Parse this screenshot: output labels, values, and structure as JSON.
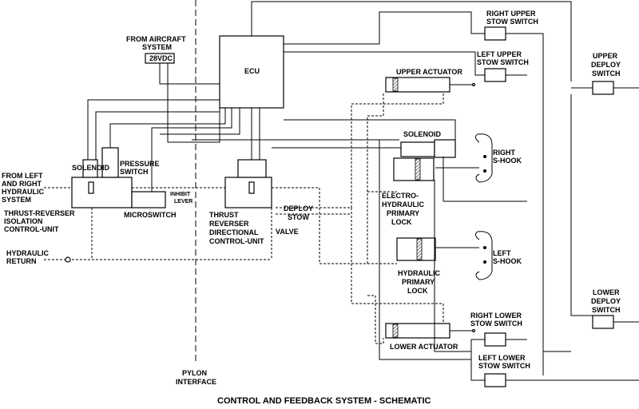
{
  "title": "CONTROL AND FEEDBACK SYSTEM - SCHEMATIC",
  "labels": {
    "from_aircraft": "FROM AIRCRAFT",
    "system": "SYSTEM",
    "vdc": "28VDC",
    "ecu": "ECU",
    "solenoid_left": "SOLENOID",
    "pressure": "PRESSURE",
    "switch": "SWITCH",
    "from_left_1": "FROM LEFT",
    "from_left_2": "AND RIGHT",
    "from_left_3": "HYDRAULIC",
    "from_left_4": "SYSTEM",
    "inhibit": "INHIBIT",
    "lever": "LEVER",
    "microswitch": "MICROSWITCH",
    "isolation_1": "THRUST-REVERSER",
    "isolation_2": "ISOLATION",
    "isolation_3": "CONTROL-UNIT",
    "directional_1": "THRUST",
    "directional_2": "REVERSER",
    "directional_3": "DIRECTIONAL",
    "directional_4": "CONTROL-UNIT",
    "deploy": "DEPLOY",
    "stow": "STOW",
    "valve": "VALVE",
    "hydraulic_return_1": "HYDRAULIC",
    "hydraulic_return_2": "RETURN",
    "pylon_1": "PYLON",
    "pylon_2": "INTERFACE",
    "upper_actuator": "UPPER ACTUATOR",
    "lower_actuator": "LOWER ACTUATOR",
    "solenoid_right": "SOLENOID",
    "electro_1": "ELECTRO-",
    "electro_2": "HYDRAULIC",
    "electro_3": "PRIMARY",
    "electro_4": "LOCK",
    "hyd_primary_1": "HYDRAULIC",
    "hyd_primary_2": "PRIMARY",
    "hyd_primary_3": "LOCK",
    "right_shook_1": "RIGHT",
    "right_shook_2": "S-HOOK",
    "left_shook_1": "LEFT",
    "left_shook_2": "S-HOOK",
    "right_upper_1": "RIGHT UPPER",
    "right_upper_2": "STOW SWITCH",
    "left_upper_1": "LEFT UPPER",
    "left_upper_2": "STOW SWITCH",
    "upper_deploy_1": "UPPER",
    "upper_deploy_2": "DEPLOY",
    "upper_deploy_3": "SWITCH",
    "lower_deploy_1": "LOWER",
    "lower_deploy_2": "DEPLOY",
    "lower_deploy_3": "SWITCH",
    "right_lower_1": "RIGHT LOWER",
    "right_lower_2": "STOW SWITCH",
    "left_lower_1": "LEFT LOWER",
    "left_lower_2": "STOW SWITCH"
  }
}
